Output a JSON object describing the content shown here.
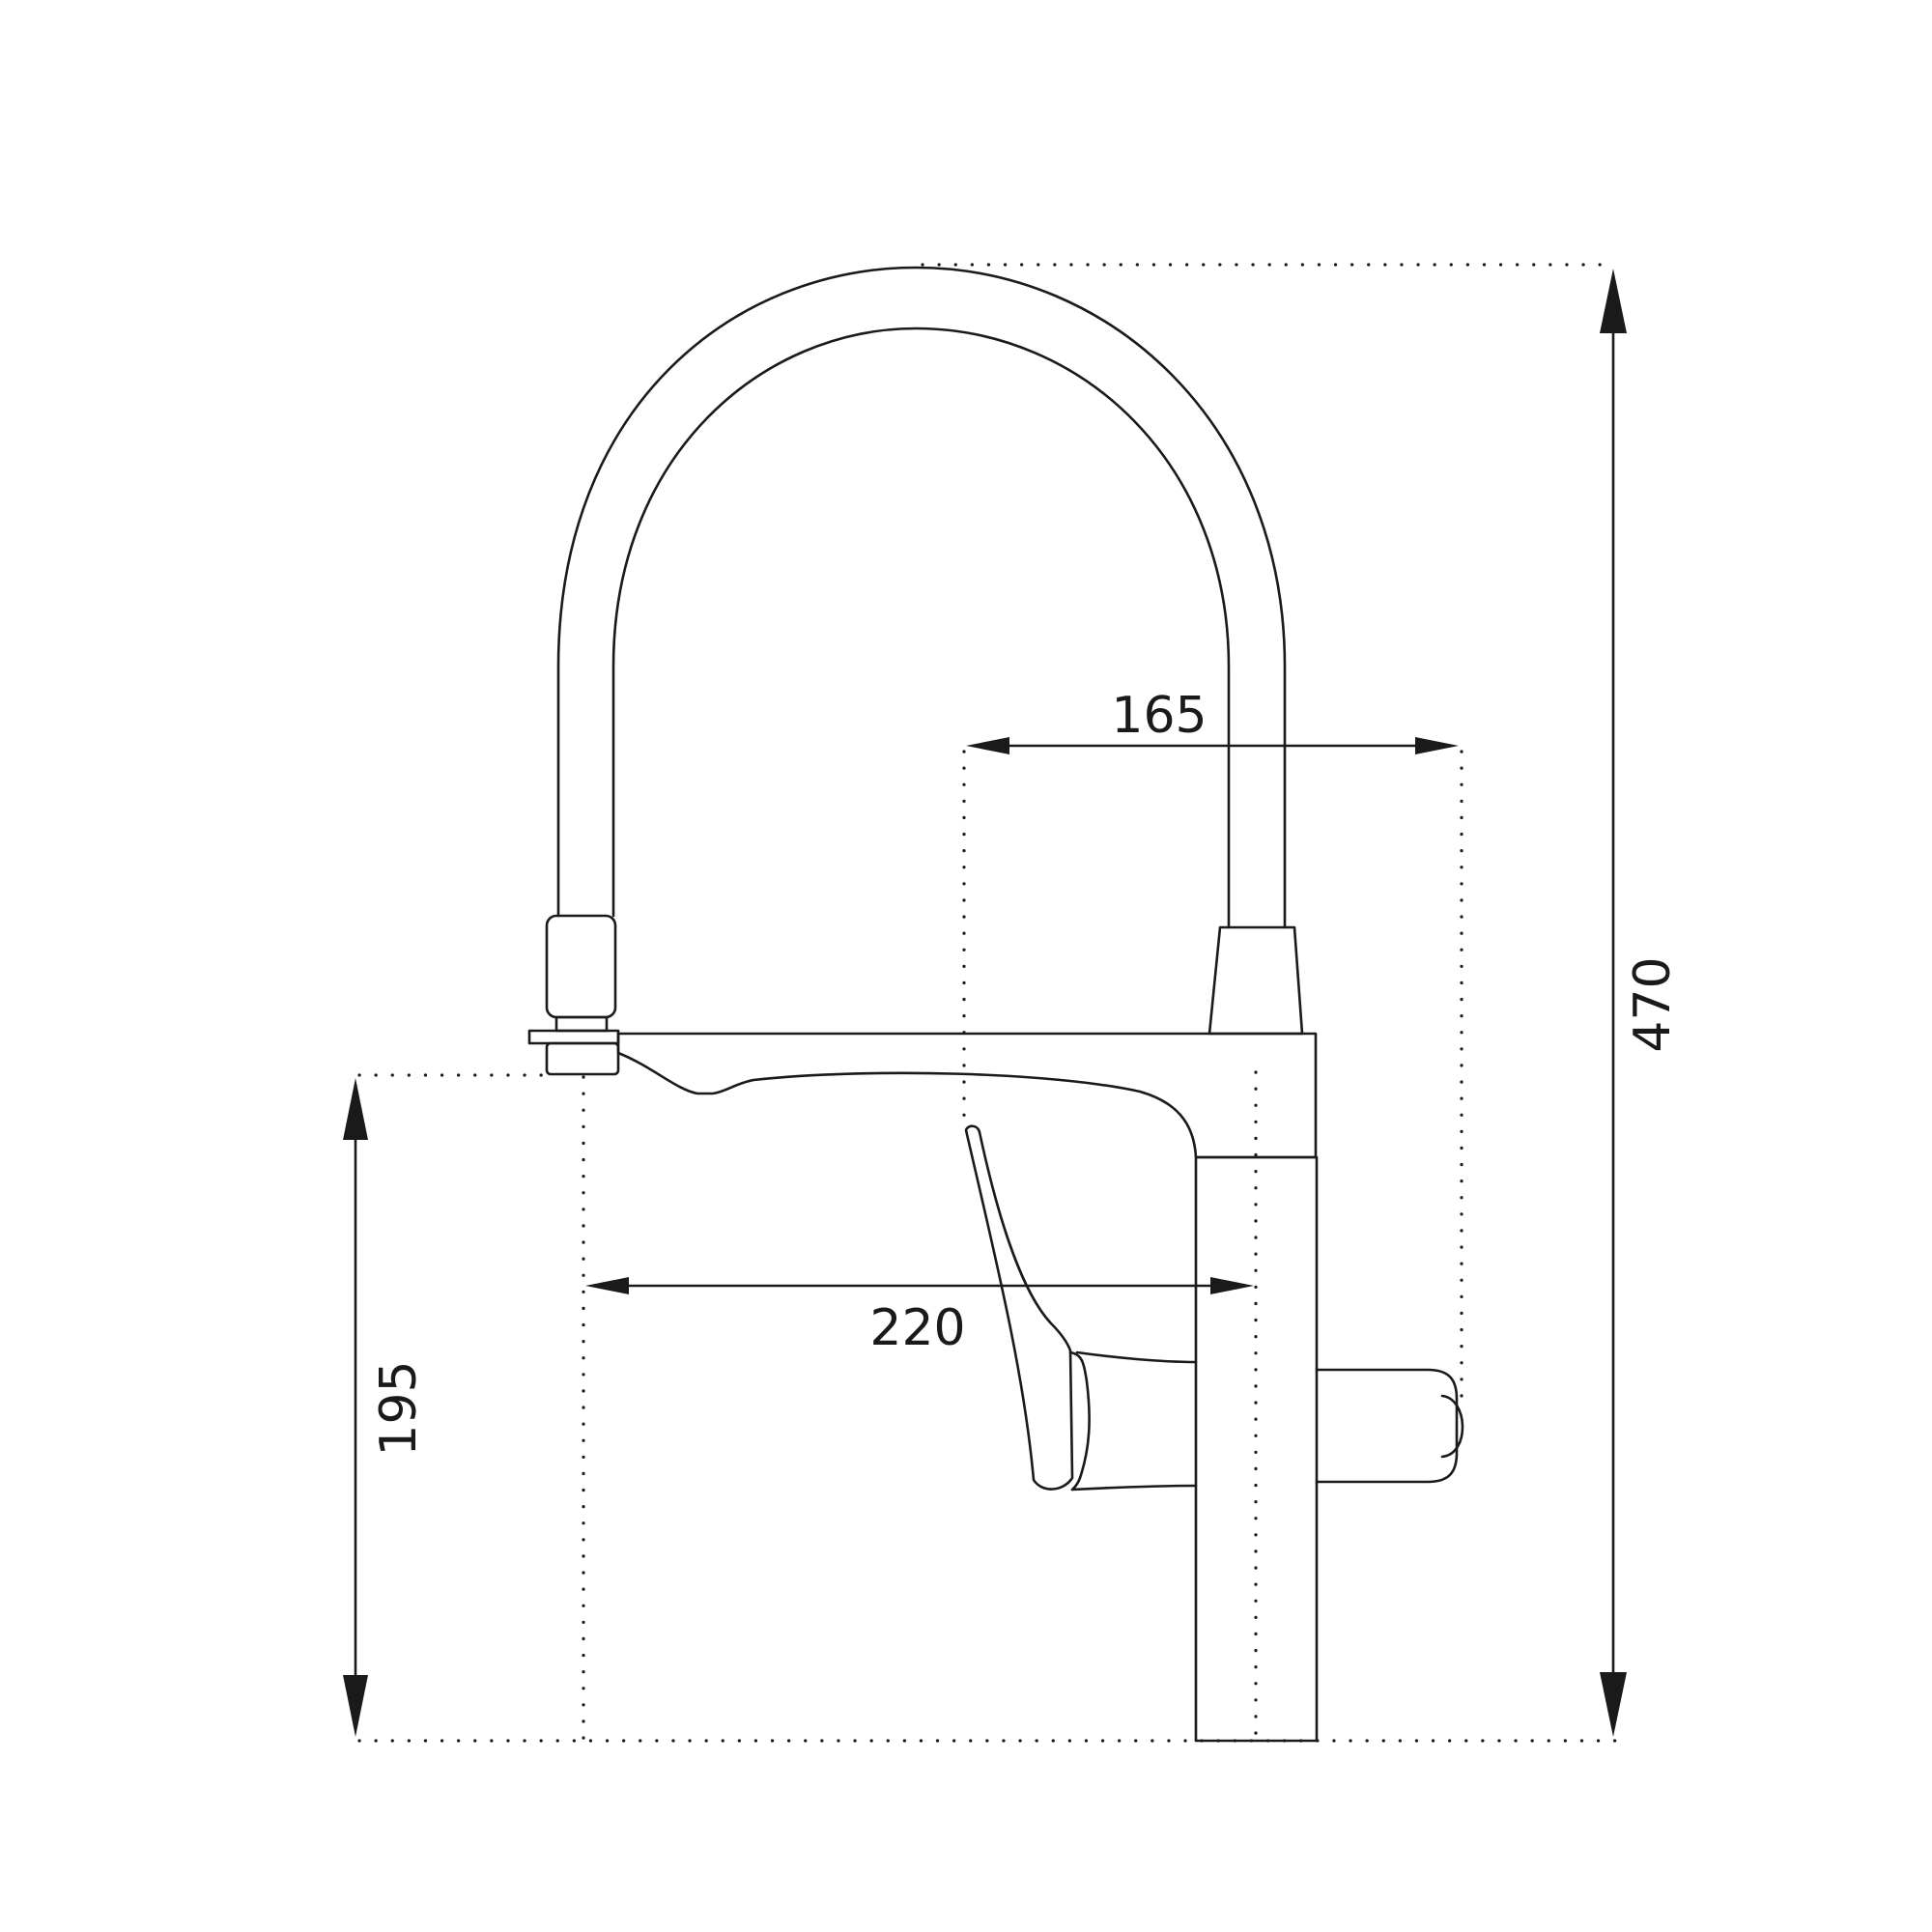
{
  "colors": {
    "background": "#ffffff",
    "line": "#1a1a1a"
  },
  "dimensions": {
    "overall_height": "470",
    "spout_reach": "220",
    "body_depth": "165",
    "spout_height": "195"
  }
}
